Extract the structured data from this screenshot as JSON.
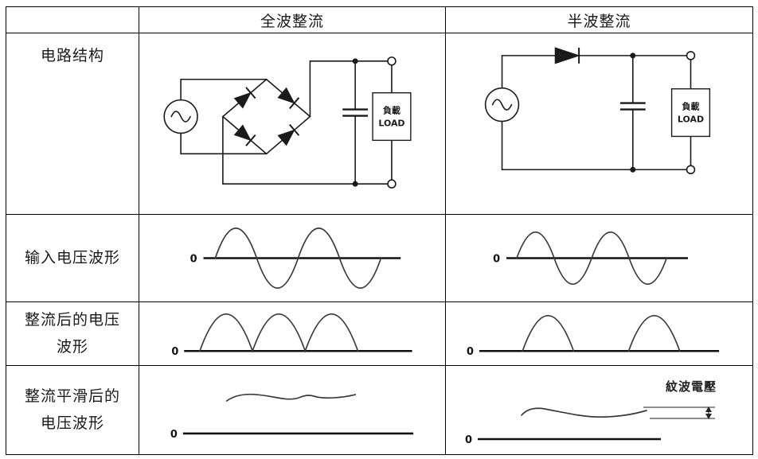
{
  "table": {
    "header": {
      "full_wave": "全波整流",
      "half_wave": "半波整流"
    },
    "row_labels": {
      "circuit": "电路结构",
      "input": "输入电压波形",
      "rectified_line1": "整流后的电压",
      "rectified_line2": "波形",
      "smoothed_line1": "整流平滑后的",
      "smoothed_line2": "电压波形"
    },
    "circuit_labels": {
      "load_line1": "負載",
      "load_line2": "LOAD"
    },
    "waveform_labels": {
      "zero": "0",
      "ripple": "紋波電壓"
    }
  },
  "colors": {
    "border": "#000000",
    "line": "#1a1a1a",
    "background": "#ffffff"
  }
}
